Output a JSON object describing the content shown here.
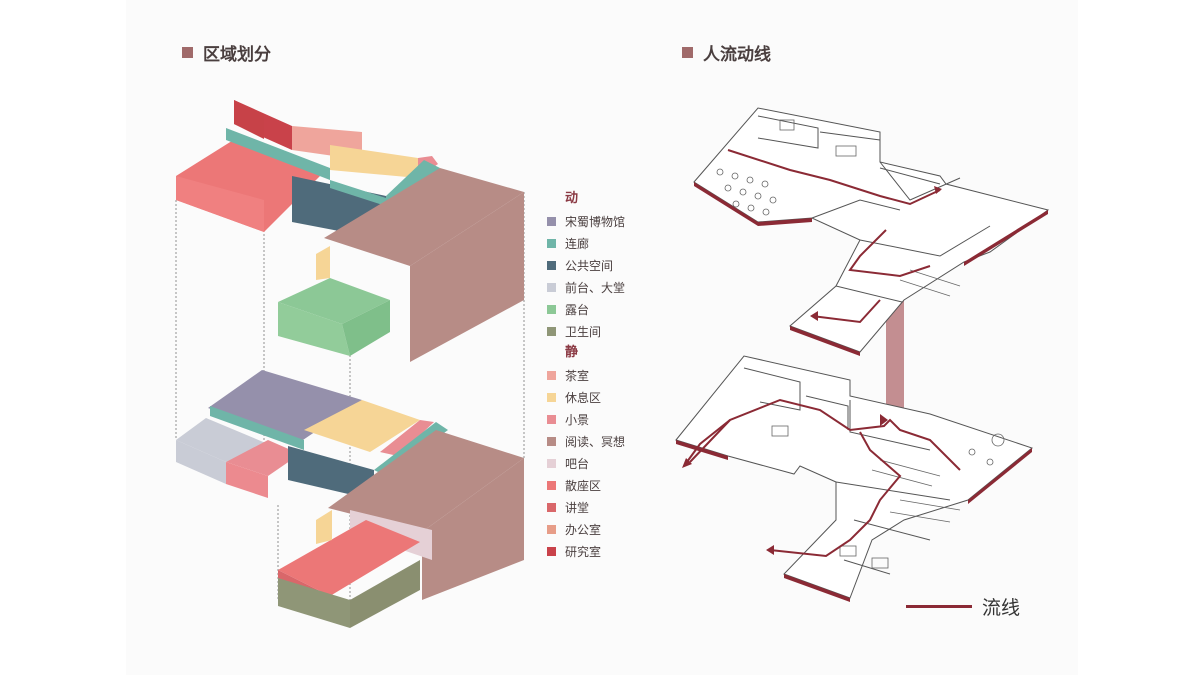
{
  "headings": {
    "zoning": "区域划分",
    "flow": "人流动线"
  },
  "legend": {
    "dynamic_label": "动",
    "dynamic_items": [
      {
        "label": "宋蜀博物馆",
        "color": "#9590ab"
      },
      {
        "label": "连廊",
        "color": "#6fb5a8"
      },
      {
        "label": "公共空间",
        "color": "#4f6b7b"
      },
      {
        "label": "前台、大堂",
        "color": "#c9ccd6"
      },
      {
        "label": "露台",
        "color": "#8cc896"
      },
      {
        "label": "卫生间",
        "color": "#8f9677"
      }
    ],
    "static_label": "静",
    "static_items": [
      {
        "label": "茶室",
        "color": "#efa59c"
      },
      {
        "label": "休息区",
        "color": "#f6d596"
      },
      {
        "label": "小景",
        "color": "#e98d93"
      },
      {
        "label": "阅读、冥想",
        "color": "#b78c86"
      },
      {
        "label": "吧台",
        "color": "#e5d0d6"
      },
      {
        "label": "散座区",
        "color": "#ec7777"
      },
      {
        "label": "讲堂",
        "color": "#d9676a"
      },
      {
        "label": "办公室",
        "color": "#e79d88"
      },
      {
        "label": "研究室",
        "color": "#c9424a"
      }
    ]
  },
  "flow_legend": {
    "label": "流线",
    "color": "#8b2a35"
  }
}
